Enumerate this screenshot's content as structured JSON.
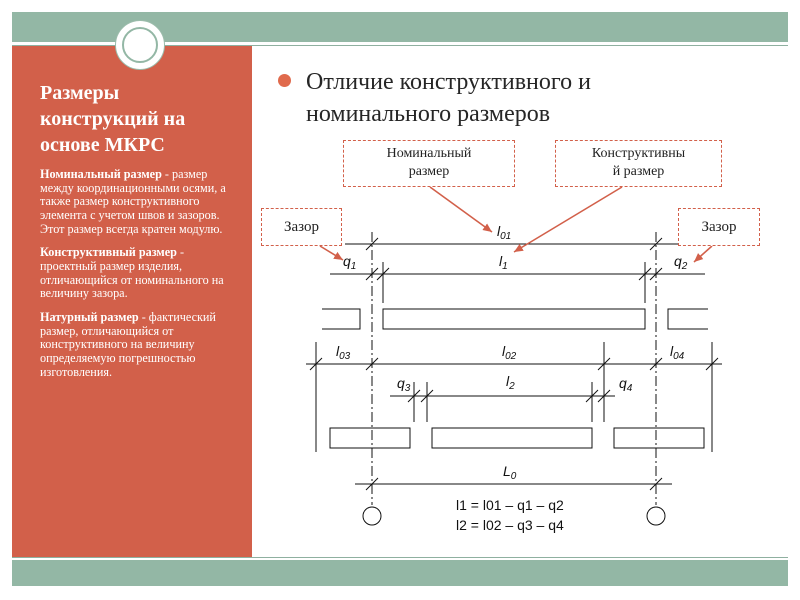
{
  "sidebar": {
    "title": "Размеры конструкций на основе МКРС",
    "items": [
      {
        "term": "Номинальный размер",
        "text": " - размер между координационными осями, а также размер конструктивного элемента с учетом швов и зазоров. Этот размер всегда кратен модулю."
      },
      {
        "term": "Конструктивный размер",
        "text": " - проектный размер изделия, отличающийся от номинального на величину зазора."
      },
      {
        "term": "Натурный размер",
        "text": " - фактический размер, отличающийся от конструктивного на величину определяемую погрешностью изготовления."
      }
    ]
  },
  "heading": {
    "line1": "Отличие конструктивного и",
    "line2": "номинального размеров"
  },
  "callouts": {
    "nominal_line1": "Номинальный",
    "nominal_line2": "размер",
    "structural_line1": "Конструктивны",
    "structural_line2": "й размер",
    "gap_left": "Зазор",
    "gap_right": "Зазор"
  },
  "diagram": {
    "l01": {
      "main": "l",
      "sub": "01"
    },
    "l1": {
      "main": "l",
      "sub": "1"
    },
    "q1": {
      "main": "q",
      "sub": "1"
    },
    "q2": {
      "main": "q",
      "sub": "2"
    },
    "l03": {
      "main": "l",
      "sub": "03"
    },
    "l02": {
      "main": "l",
      "sub": "02"
    },
    "l04": {
      "main": "l",
      "sub": "04"
    },
    "q3": {
      "main": "q",
      "sub": "3"
    },
    "l2": {
      "main": "l",
      "sub": "2"
    },
    "q4": {
      "main": "q",
      "sub": "4"
    },
    "L0": {
      "main": "L",
      "sub": "0"
    },
    "formula1": "l1 = l01 – q1 – q2",
    "formula2": "l2 = l02 – q3 – q4"
  },
  "colors": {
    "accent": "#d2604a",
    "frame": "#93b7a5",
    "bullet": "#e06a4c"
  }
}
